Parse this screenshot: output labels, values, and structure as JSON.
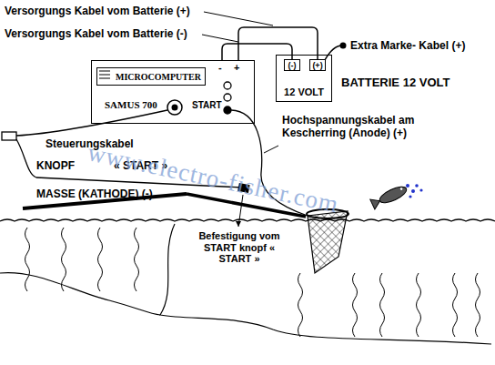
{
  "diagram": {
    "nodes": [
      {
        "text": [
          "SAMUS 700",
          "START"
        ]
      },
      {
        "text": [
          "MICROCOMPUTER"
        ],
        "in": 0
      },
      {
        "text": [
          "12 VOLT"
        ]
      },
      {
        "text": [
          "(-)"
        ],
        "in": 2
      },
      {
        "text": [
          "(+)"
        ],
        "in": 2
      }
    ],
    "edges": [
      {
        "from": 0,
        "to": 3,
        "arrow": "none"
      },
      {
        "from": 0,
        "to": 4,
        "arrow": "none"
      }
    ],
    "labels": [
      "Versorgungs Kabel vom Batterie (+)",
      "Versorgungs Kabel vom Batterie (-)",
      "Extra Marke- Kabel (+)",
      "BATTERIE 12 VOLT",
      "Hochspannungskabel am Kescherring (Anode) (+)",
      "Steuerungskabel",
      "KNOPF",
      "« START »",
      "MASSE (KATHODE) (-)",
      "Befestigung vom START knopf « START »",
      "www.electro-fisher.com",
      "-",
      "+"
    ]
  }
}
